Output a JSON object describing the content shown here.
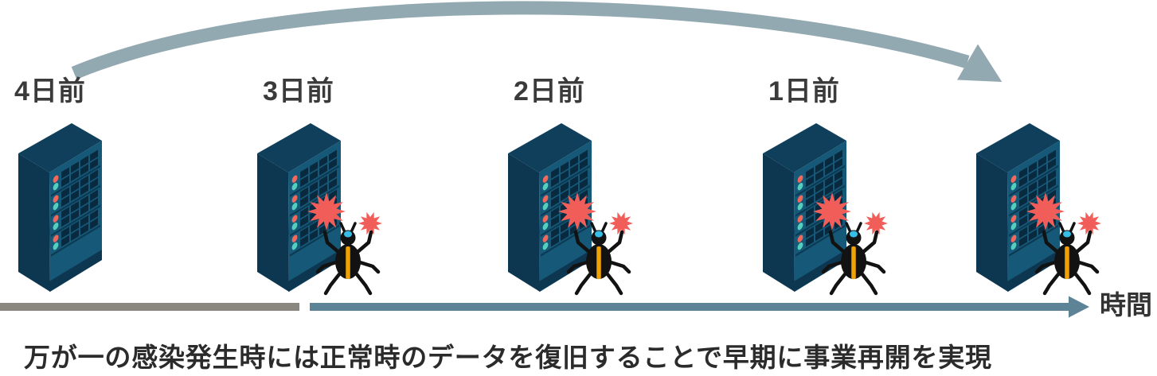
{
  "diagram": {
    "day_labels": [
      {
        "text": "4日前"
      },
      {
        "text": "3日前"
      },
      {
        "text": "2日前"
      },
      {
        "text": "1日前"
      }
    ],
    "time_axis_label": "時間",
    "caption": "万が一の感染発生時には正常時のデータを復旧することで早期に事業再開を実現",
    "servers": [
      {
        "label": "4日前",
        "infected": false
      },
      {
        "label": "3日前",
        "infected": true
      },
      {
        "label": "2日前",
        "infected": true
      },
      {
        "label": "1日前",
        "infected": true
      },
      {
        "label": "",
        "infected": true
      }
    ]
  },
  "colors": {
    "arc-arrow": "#93A9B1",
    "timeline-past": "#8A8680",
    "timeline-recent": "#5D8396",
    "server-front": "#165877",
    "server-side": "#0D3751",
    "server-top": "#0F3F5B",
    "server-slot": "#09293F",
    "server-separator": "#0C3A53",
    "led-red": "#F2685C",
    "led-teal": "#54CFBE",
    "burst-red": "#F15E59",
    "bug-black": "#121212",
    "bug-stripe": "#F0A202",
    "bug-head-dot": "#35BEE8",
    "label-text": "#3A3A3A",
    "caption-text": "#2B2B2B"
  }
}
